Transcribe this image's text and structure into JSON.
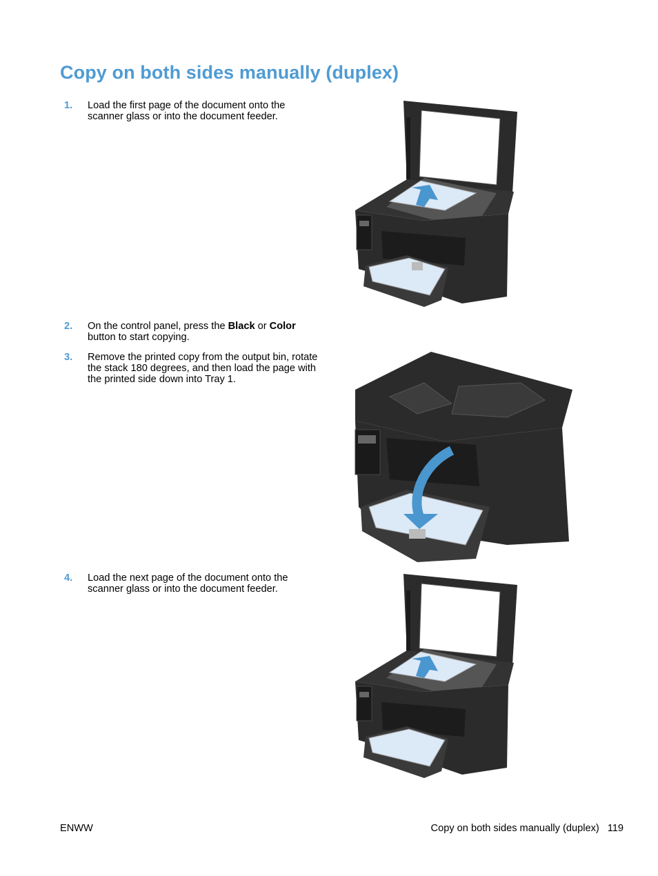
{
  "title": "Copy on both sides manually (duplex)",
  "steps": [
    {
      "num": "1.",
      "text": "Load the first page of the document onto the scanner glass or into the document feeder."
    },
    {
      "num": "2.",
      "pre": "On the control panel, press the ",
      "b1": "Black",
      "mid": " or ",
      "b2": "Color",
      "post": " button to start copying."
    },
    {
      "num": "3.",
      "text": "Remove the printed copy from the output bin, rotate the stack 180 degrees, and then load the page with the printed side down into Tray 1."
    },
    {
      "num": "4.",
      "text": "Load the next page of the document onto the scanner glass or into the document feeder."
    }
  ],
  "footer": {
    "left": "ENWW",
    "section": "Copy on both sides manually (duplex)",
    "page": "119"
  },
  "colors": {
    "accent": "#4f9bd3",
    "printer": "#2b2b2b",
    "paper": "#dce9f7",
    "arrow": "#4a96cf"
  }
}
